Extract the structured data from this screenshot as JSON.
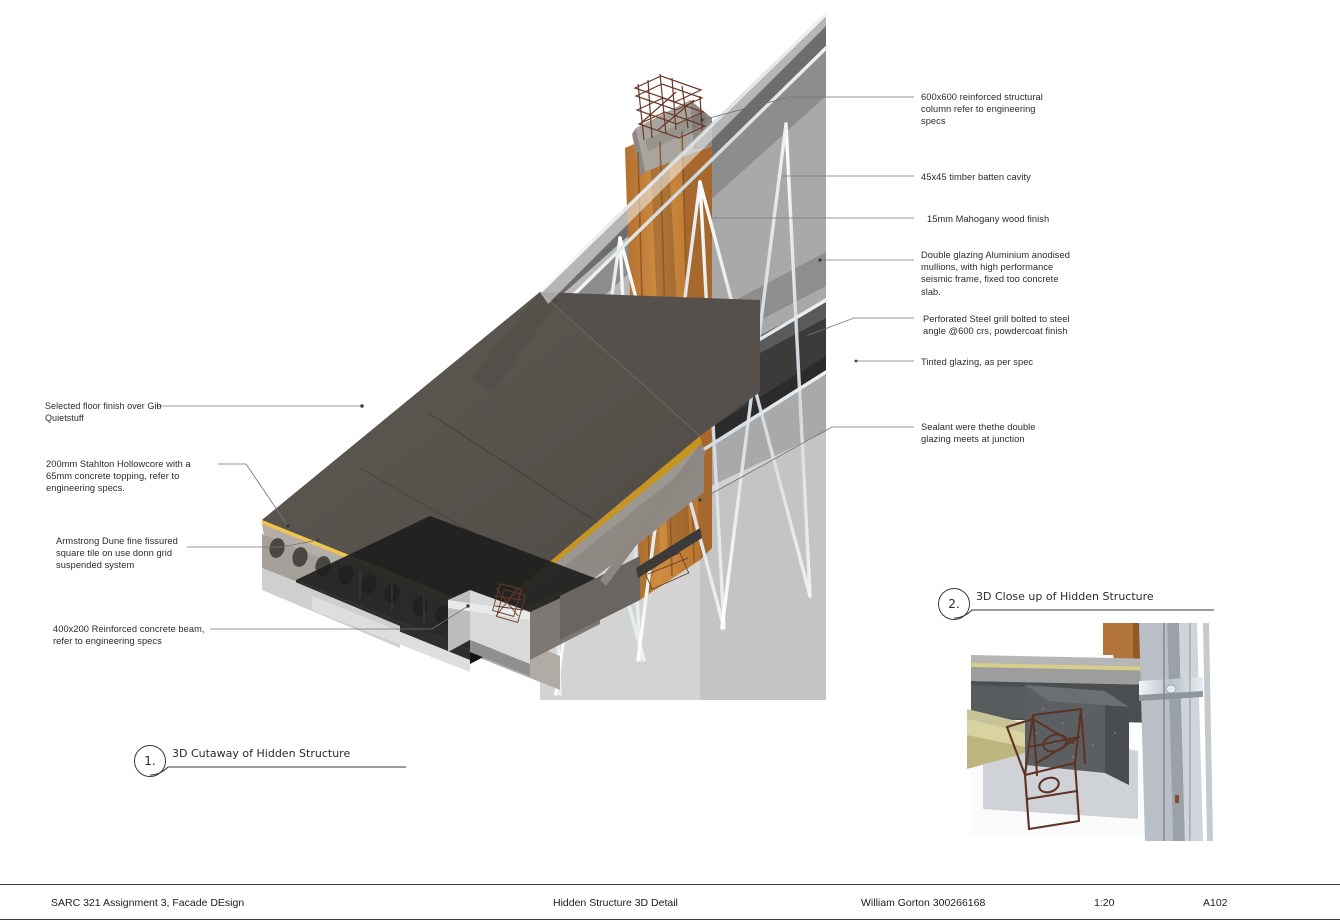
{
  "sheet": {
    "background": "#ffffff",
    "line_color": "#3d3d3d",
    "leader_color": "#6e6e6e"
  },
  "annotations": {
    "right": [
      {
        "id": "column",
        "text": "600x600 reinforced structural\ncolumn refer to engineering\nspecs"
      },
      {
        "id": "batten",
        "text": "45x45 timber batten cavity"
      },
      {
        "id": "mahogany",
        "text": "15mm Mahogany wood finish"
      },
      {
        "id": "double-glazing",
        "text": "Double glazing Aluminium anodised\nmullions, with high performance\nseismic frame, fixed too concrete\nslab."
      },
      {
        "id": "steel-grill",
        "text": "Perforated Steel grill bolted to steel\nangle @600 crs, powdercoat finish"
      },
      {
        "id": "tinted-glazing",
        "text": "Tinted glazing, as per spec"
      },
      {
        "id": "sealant",
        "text": "Sealant were thethe double\nglazing meets at junction"
      }
    ],
    "left": [
      {
        "id": "floor-finish",
        "text": "Selected floor finish over Gib\nQuietstuff"
      },
      {
        "id": "hollowcore",
        "text": "200mm Stahlton Hollowcore with a\n65mm concrete topping, refer to\nengineering specs."
      },
      {
        "id": "ceiling-tile",
        "text": "Armstrong Dune fine fissured\nsquare tile on use donn grid\nsuspended system"
      },
      {
        "id": "concrete-beam",
        "text": "400x200 Reinforced concrete beam,\nrefer to engineering specs"
      }
    ]
  },
  "views": [
    {
      "number": "1.",
      "label": "3D Cutaway of Hidden Structure"
    },
    {
      "number": "2.",
      "label": "3D Close up of Hidden Structure"
    }
  ],
  "title_block": {
    "project": "SARC 321 Assignment 3, Facade DEsign",
    "drawing_title": "Hidden Structure 3D Detail",
    "author": "William Gorton 300266168",
    "scale": "1:20",
    "sheet_number": "A102"
  },
  "palette": {
    "floor_finish": "#5b5650",
    "floor_finish_shade": "#4e4a45",
    "gib_quietstuff": "#d8a52a",
    "concrete_light": "#a9a49e",
    "concrete_mid": "#918c86",
    "concrete_dark": "#6f6a65",
    "timber_batten": "#c8813a",
    "timber_batten_shade": "#a6682c",
    "mullion": "#dfe5e9",
    "glazing_panel": "#a6a6a6",
    "glazing_panel_light": "#c6c6c6",
    "glazing_panel_pale": "#d7d7d7",
    "tinted_glazing": "#3a3a3a",
    "rebar": "#6b3a2a",
    "steel_grill": "#2e2e2e",
    "insulation": "#cfc68c"
  }
}
